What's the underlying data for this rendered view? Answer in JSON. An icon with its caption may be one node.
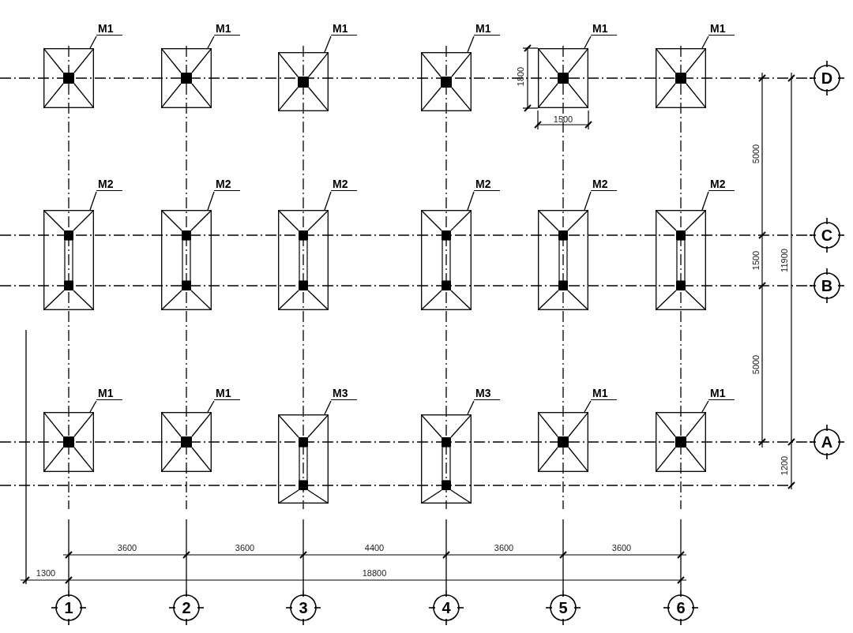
{
  "diagram": {
    "nodes": [
      {
        "text": [
          "M1"
        ]
      },
      {
        "text": [],
        "shape": "box"
      },
      {
        "text": [
          "M1"
        ]
      },
      {
        "text": [],
        "shape": "box"
      },
      {
        "text": [
          "M1"
        ]
      },
      {
        "text": [],
        "shape": "box"
      },
      {
        "text": [
          "M1"
        ]
      },
      {
        "text": [],
        "shape": "box"
      },
      {
        "text": [
          "M1"
        ]
      },
      {
        "text": [],
        "shape": "box"
      },
      {
        "text": [
          "M1"
        ]
      },
      {
        "text": [],
        "shape": "box"
      },
      {
        "text": [
          "M2"
        ]
      },
      {
        "text": [],
        "shape": "box"
      },
      {
        "text": [
          "M2"
        ]
      },
      {
        "text": [],
        "shape": "box"
      },
      {
        "text": [
          "M2"
        ]
      },
      {
        "text": [],
        "shape": "box"
      },
      {
        "text": [
          "M2"
        ]
      },
      {
        "text": [],
        "shape": "box"
      },
      {
        "text": [
          "M2"
        ]
      },
      {
        "text": [],
        "shape": "box"
      },
      {
        "text": [
          "M2"
        ]
      },
      {
        "text": [],
        "shape": "box"
      },
      {
        "text": [
          "M1"
        ]
      },
      {
        "text": [],
        "shape": "box"
      },
      {
        "text": [
          "M1"
        ]
      },
      {
        "text": [],
        "shape": "box"
      },
      {
        "text": [
          "M3"
        ]
      },
      {
        "text": [],
        "shape": "box"
      },
      {
        "text": [
          "M3"
        ]
      },
      {
        "text": [],
        "shape": "box"
      },
      {
        "text": [
          "M1"
        ]
      },
      {
        "text": [],
        "shape": "box"
      },
      {
        "text": [
          "M1"
        ]
      },
      {
        "text": [],
        "shape": "box"
      },
      {
        "text": [
          "D"
        ]
      },
      {
        "text": [
          "C"
        ]
      },
      {
        "text": [
          "B"
        ]
      },
      {
        "text": [
          "A"
        ]
      },
      {
        "text": [
          "1"
        ]
      },
      {
        "text": [
          "2"
        ]
      },
      {
        "text": [
          "3"
        ]
      },
      {
        "text": [
          "4"
        ]
      },
      {
        "text": [
          "5"
        ]
      },
      {
        "text": [
          "6"
        ]
      }
    ],
    "edges": [
      {
        "from": 0,
        "to": 1,
        "arrow": "none"
      },
      {
        "from": 2,
        "to": 3,
        "arrow": "none"
      },
      {
        "from": 4,
        "to": 5,
        "arrow": "none"
      },
      {
        "from": 6,
        "to": 7,
        "arrow": "none"
      },
      {
        "from": 8,
        "to": 9,
        "arrow": "none"
      },
      {
        "from": 10,
        "to": 11,
        "arrow": "none"
      },
      {
        "from": 12,
        "to": 13,
        "arrow": "none"
      },
      {
        "from": 14,
        "to": 15,
        "arrow": "none"
      },
      {
        "from": 16,
        "to": 17,
        "arrow": "none"
      },
      {
        "from": 18,
        "to": 19,
        "arrow": "none"
      },
      {
        "from": 20,
        "to": 21,
        "arrow": "none"
      },
      {
        "from": 22,
        "to": 23,
        "arrow": "none"
      },
      {
        "from": 24,
        "to": 25,
        "arrow": "none"
      },
      {
        "from": 26,
        "to": 27,
        "arrow": "none"
      },
      {
        "from": 28,
        "to": 29,
        "arrow": "none"
      },
      {
        "from": 30,
        "to": 31,
        "arrow": "none"
      },
      {
        "from": 32,
        "to": 33,
        "arrow": "none"
      },
      {
        "from": 34,
        "to": 35,
        "arrow": "none"
      }
    ],
    "labels": [
      "1800",
      "1500",
      "5000",
      "1500",
      "11900",
      "5000",
      "1200",
      "3600",
      "3600",
      "4400",
      "3600",
      "3600",
      "1300",
      "18800"
    ]
  }
}
